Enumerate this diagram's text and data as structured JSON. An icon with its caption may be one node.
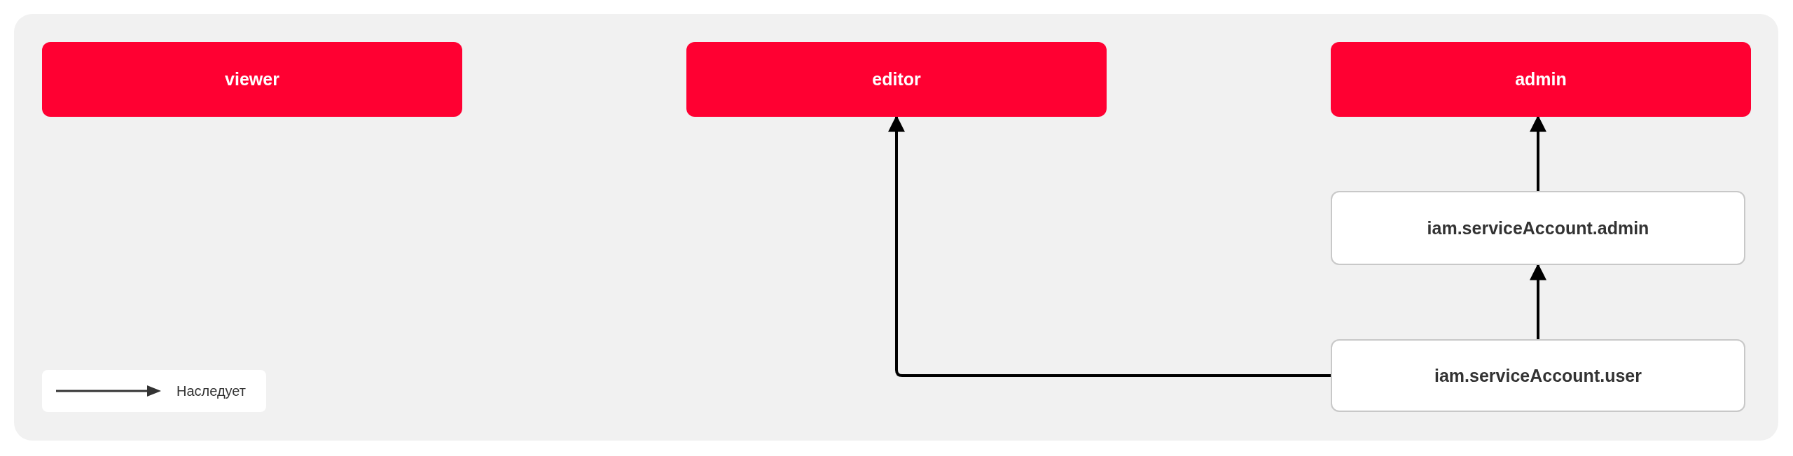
{
  "diagram": {
    "nodes": [
      {
        "text": [
          "viewer"
        ]
      },
      {
        "text": [
          "editor"
        ]
      },
      {
        "text": [
          "admin"
        ]
      },
      {
        "text": [
          "iam.serviceAccount.admin"
        ]
      },
      {
        "text": [
          "iam.serviceAccount.user"
        ]
      }
    ],
    "edges": [
      {
        "from": 4,
        "to": 1,
        "arrow": "to"
      },
      {
        "from": 4,
        "to": 3,
        "arrow": "to"
      },
      {
        "from": 3,
        "to": 2,
        "arrow": "to"
      }
    ],
    "legend": [
      {
        "text": "Наследует"
      }
    ]
  }
}
